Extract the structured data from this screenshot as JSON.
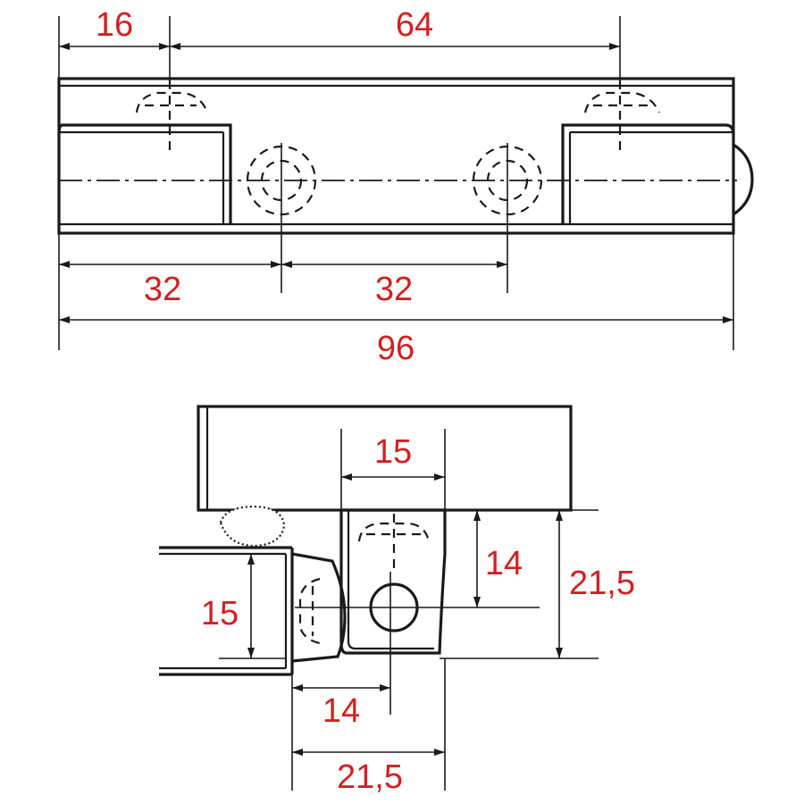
{
  "drawing": {
    "top_view": {
      "dim_16": "16",
      "dim_64": "64",
      "dim_32_left": "32",
      "dim_32_right": "32",
      "dim_96": "96"
    },
    "section_view": {
      "dim_15_top": "15",
      "dim_14_right": "14",
      "dim_21_5_right": "21,5",
      "dim_15_left": "15",
      "dim_14_bottom": "14",
      "dim_21_5_bottom": "21,5"
    },
    "colors": {
      "dimension_text": "#d42020",
      "line": "#1a1a1a",
      "background": "#ffffff"
    }
  }
}
